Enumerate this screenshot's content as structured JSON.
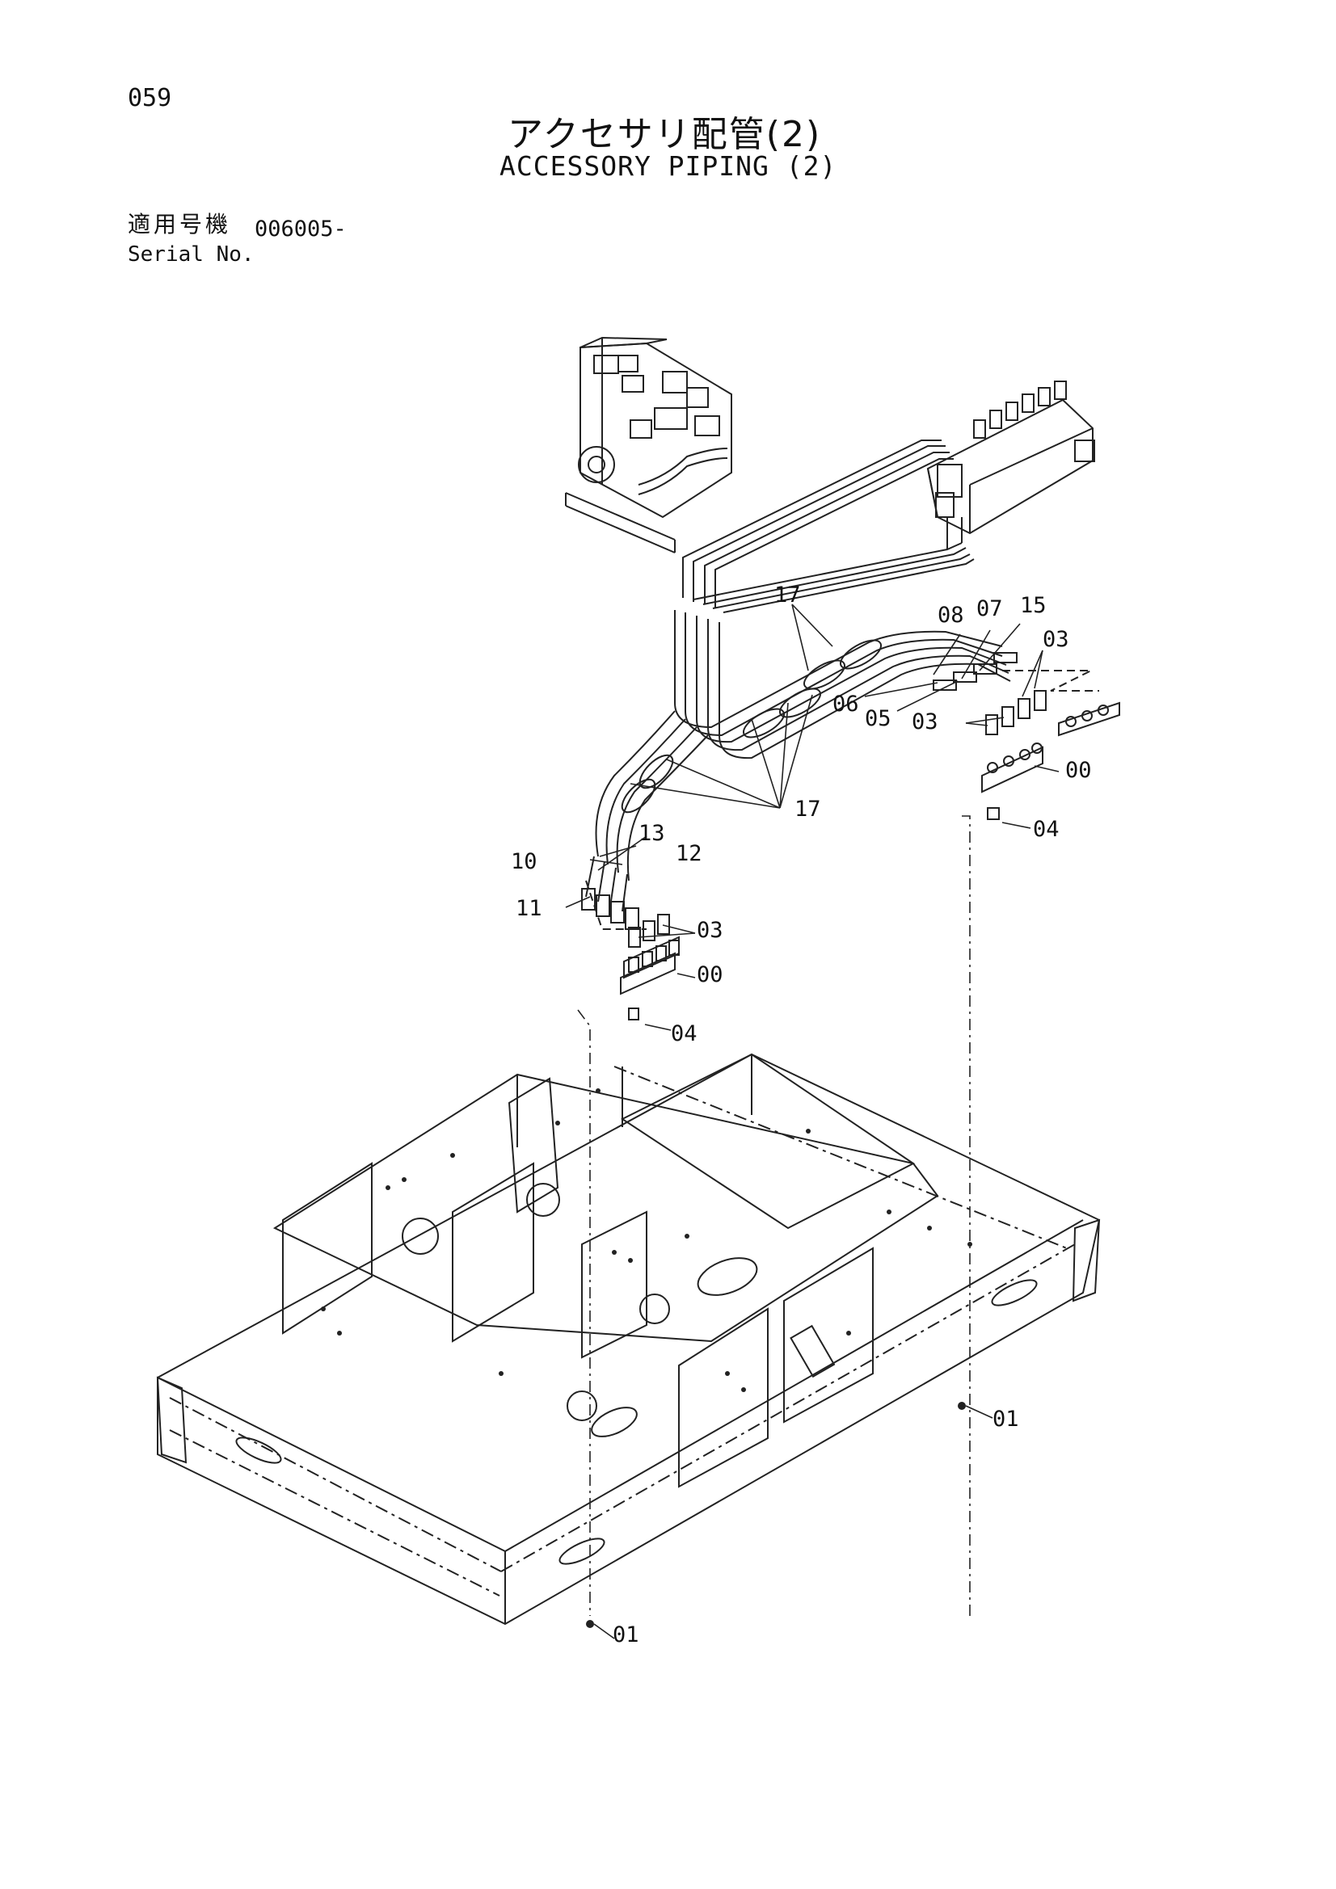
{
  "page_number": "059",
  "title_jp": "アクセサリ配管(2)",
  "title_en": "ACCESSORY PIPING (2)",
  "serial": {
    "label_jp": "適用号機",
    "label_en": "Serial No.",
    "value": "006005-"
  },
  "callouts": {
    "c17a": "17",
    "c17b": "17",
    "c08": "08",
    "c07": "07",
    "c15": "15",
    "c03a": "03",
    "c06": "06",
    "c05": "05",
    "c03b": "03",
    "c00a": "00",
    "c04a": "04",
    "c13": "13",
    "c10": "10",
    "c12": "12",
    "c11": "11",
    "c03c": "03",
    "c00b": "00",
    "c04b": "04",
    "c01a": "01",
    "c01b": "01"
  }
}
